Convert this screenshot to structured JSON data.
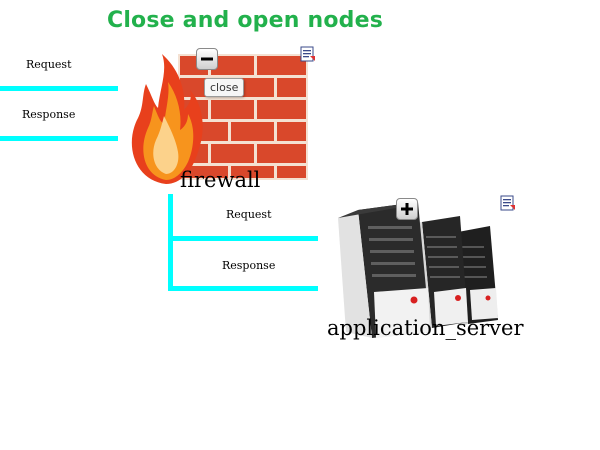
{
  "title": "Close and open nodes",
  "colors": {
    "title": "#22b14c",
    "connector": "#00ffff",
    "brick": "#d9482b",
    "mortar": "#f4e1d2"
  },
  "edges": [
    {
      "request_label": "Request",
      "response_label": "Response"
    },
    {
      "request_label": "Request",
      "response_label": "Response"
    }
  ],
  "nodes": {
    "firewall": {
      "label": "firewall",
      "toggle_icon": "minus-icon",
      "tooltip": "close",
      "info_icon": "document-icon"
    },
    "application_server": {
      "label": "application_server",
      "toggle_icon": "plus-icon",
      "info_icon": "document-icon"
    }
  }
}
